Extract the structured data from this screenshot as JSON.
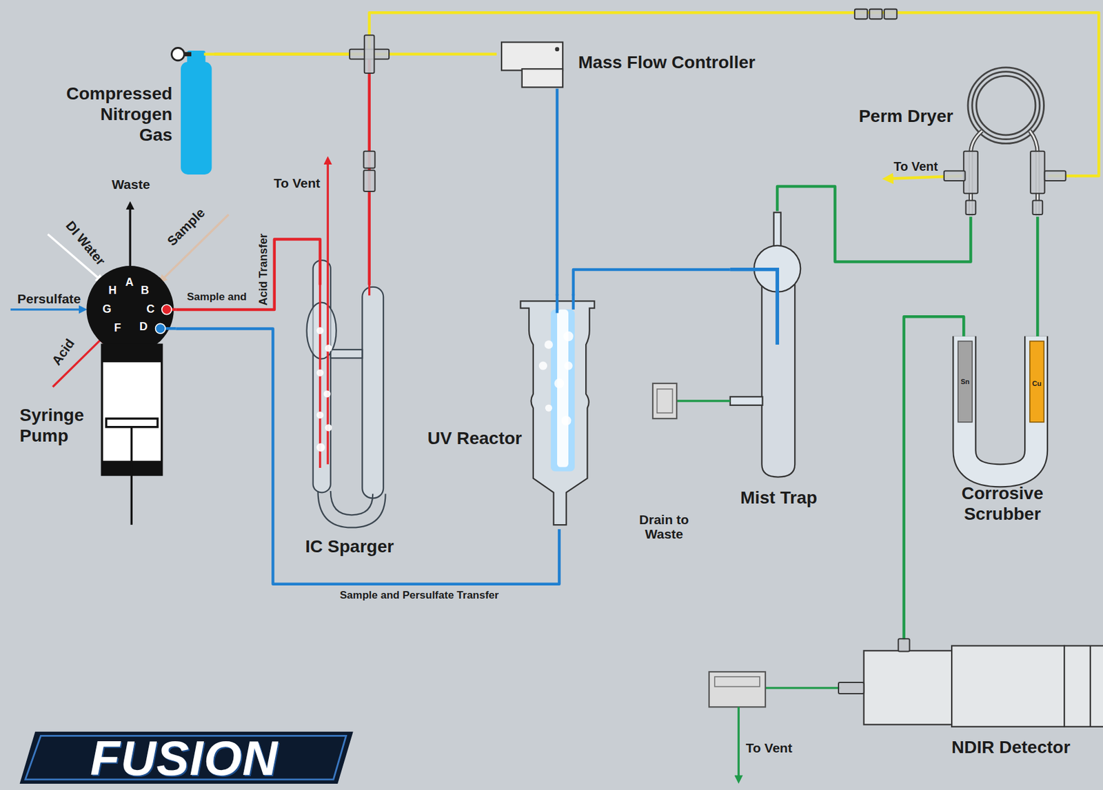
{
  "diagram": {
    "nodes": [
      {
        "text": [
          "Compressed Nitrogen Gas"
        ]
      },
      {
        "text": [
          "Mass Flow Controller"
        ]
      },
      {
        "text": [
          "Perm Dryer"
        ]
      },
      {
        "text": [
          "Syringe Pump"
        ]
      },
      {
        "text": [
          "IC Sparger"
        ]
      },
      {
        "text": [
          "UV Reactor"
        ]
      },
      {
        "text": [
          "Mist Trap"
        ]
      },
      {
        "text": [
          "Corrosive Scrubber"
        ]
      },
      {
        "text": [
          "NDIR Detector"
        ]
      }
    ],
    "edges": [
      {
        "from": 0,
        "to": 1,
        "arrow": "none"
      },
      {
        "from": 0,
        "to": 4,
        "arrow": "none"
      },
      {
        "from": 0,
        "to": 2,
        "arrow": "none"
      },
      {
        "from": 1,
        "to": 5,
        "arrow": "none"
      },
      {
        "from": 3,
        "to": 4,
        "label": "Sample and",
        "arrow": "none"
      },
      {
        "from": 3,
        "to": 5,
        "label": "Sample and Persulfate Transfer",
        "arrow": "none"
      },
      {
        "from": 5,
        "to": 6,
        "arrow": "none"
      },
      {
        "from": 6,
        "to": 2,
        "arrow": "none"
      },
      {
        "from": 2,
        "to": 7,
        "arrow": "none"
      },
      {
        "from": 7,
        "to": 8,
        "arrow": "none"
      }
    ],
    "labels": [
      "Waste",
      "DI Water",
      "Sample",
      "Persulfate",
      "Acid",
      "Acid Transfer",
      "H",
      "A",
      "B",
      "C",
      "D",
      "F",
      "G",
      "To Vent",
      "Drain to Waste",
      "To Vent",
      "Sn",
      "Cu",
      "To Vent",
      "FUSION"
    ]
  }
}
